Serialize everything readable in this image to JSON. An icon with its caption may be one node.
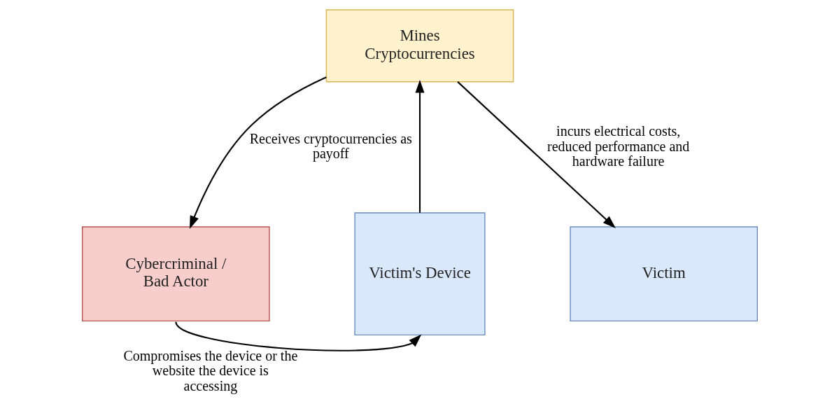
{
  "diagram": {
    "nodes": [
      {
        "text": [
          "Mines Cryptocurrencies"
        ]
      },
      {
        "text": [
          "Cybercriminal / Bad Actor"
        ]
      },
      {
        "text": [
          "Victim's Device"
        ]
      },
      {
        "text": [
          "Victim"
        ]
      }
    ],
    "edges": [
      {
        "from": 0,
        "to": 1,
        "arrow": "to",
        "label": "Receives cryptocurrencies as payoff"
      },
      {
        "from": 0,
        "to": 3,
        "arrow": "to",
        "label": "incurs electrical costs, reduced performance and hardware failure"
      },
      {
        "from": 2,
        "to": 0,
        "arrow": "to"
      },
      {
        "from": 1,
        "to": 2,
        "arrow": "to",
        "label": "Compromises the device or the website the device is accessing"
      }
    ]
  }
}
